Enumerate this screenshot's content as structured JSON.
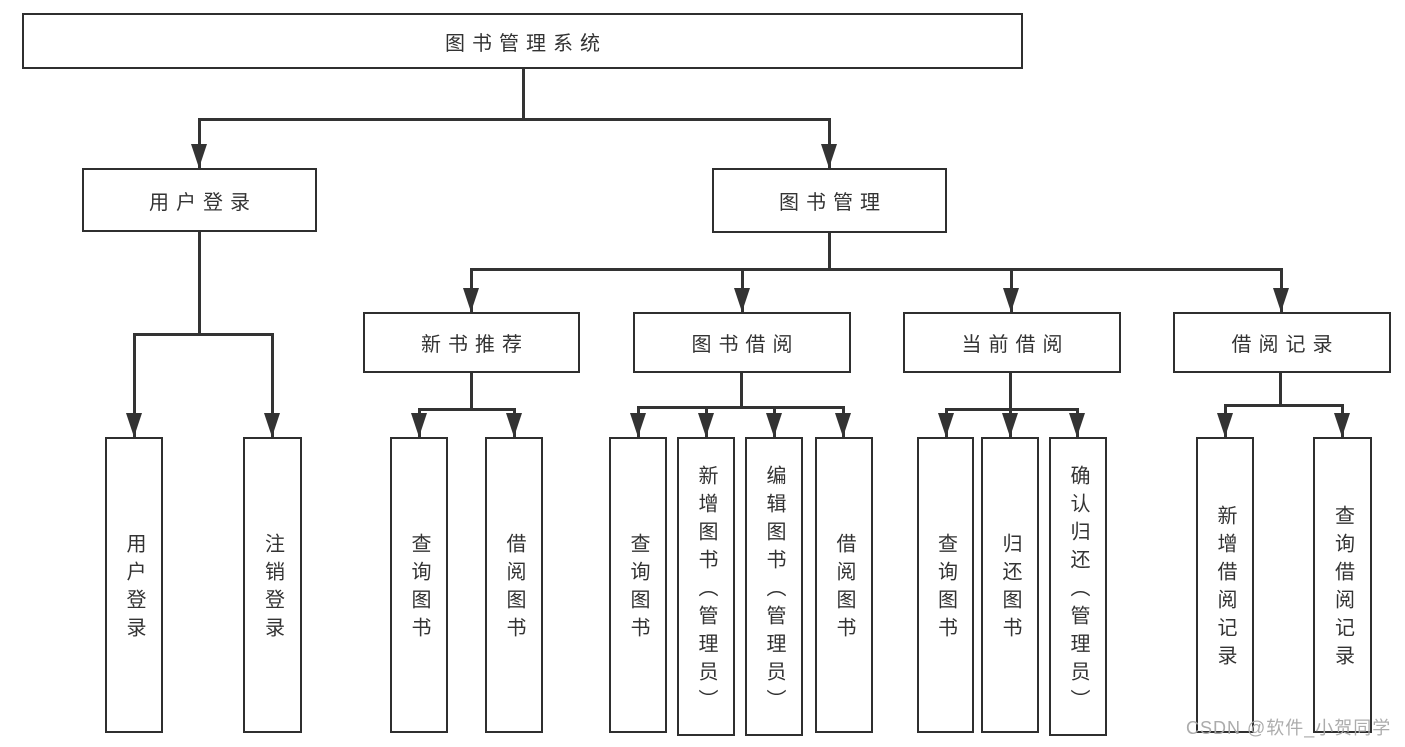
{
  "tree": {
    "root": {
      "label": "图书管理系统"
    },
    "login": {
      "label": "用户登录",
      "children": [
        {
          "label": "用户登录"
        },
        {
          "label": "注销登录"
        }
      ]
    },
    "management": {
      "label": "图书管理",
      "children": [
        {
          "label": "新书推荐",
          "children": [
            {
              "label": "查询图书"
            },
            {
              "label": "借阅图书"
            }
          ]
        },
        {
          "label": "图书借阅",
          "children": [
            {
              "label": "查询图书"
            },
            {
              "label": "新增图书（管理员）"
            },
            {
              "label": "编辑图书（管理员）"
            },
            {
              "label": "借阅图书"
            }
          ]
        },
        {
          "label": "当前借阅",
          "children": [
            {
              "label": "查询图书"
            },
            {
              "label": "归还图书"
            },
            {
              "label": "确认归还（管理员）"
            }
          ]
        },
        {
          "label": "借阅记录",
          "children": [
            {
              "label": "新增借阅记录"
            },
            {
              "label": "查询借阅记录"
            }
          ]
        }
      ]
    }
  },
  "watermark": "CSDN @软件_小贺同学",
  "colors": {
    "line": "#333333",
    "border": "#2f2f2f",
    "text": "#333333",
    "background": "#ffffff",
    "watermark": "#a8a8a8"
  }
}
